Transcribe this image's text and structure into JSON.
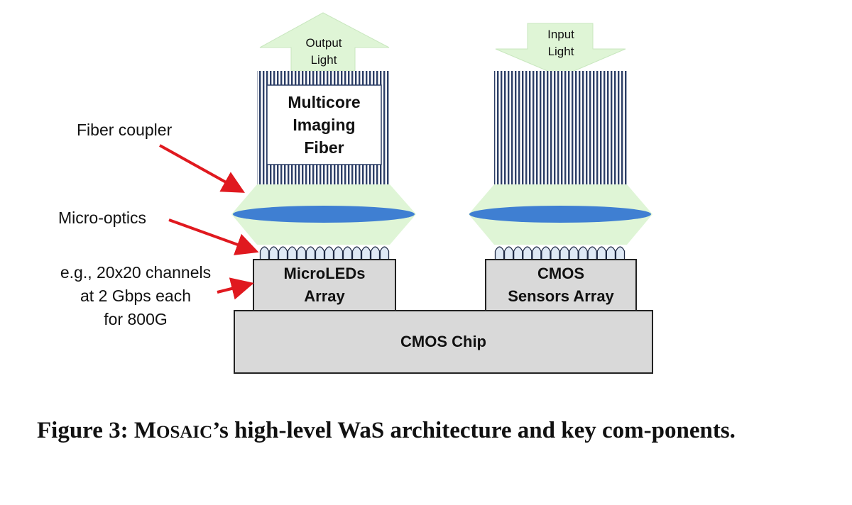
{
  "labels": {
    "output_light": "Output\nLight",
    "input_light": "Input\nLight",
    "multicore_fiber": "Multicore\nImaging\nFiber",
    "fiber_coupler": "Fiber coupler",
    "micro_optics": "Micro-optics",
    "channels_note": "e.g., 20x20 channels\nat 2 Gbps each\nfor 800G",
    "microleds_array": "MicroLEDs\nArray",
    "cmos_sensors_array": "CMOS\nSensors Array",
    "cmos_chip": "CMOS Chip"
  },
  "caption": {
    "prefix": "Figure 3: ",
    "name_first_letter": "M",
    "name_rest": "OSAIC",
    "suffix": "’s high-level WaS architecture and key com-ponents."
  },
  "colors": {
    "coupler_green": "#dff5d6",
    "arrow_green": "#dff5d6",
    "lens_blue": "#3f7fd2",
    "microlens_fill": "#dfe9f5",
    "fiber_stripe": "#2c3e66",
    "box_gray": "#d9d9d9",
    "pointer_red": "#e0191f"
  }
}
